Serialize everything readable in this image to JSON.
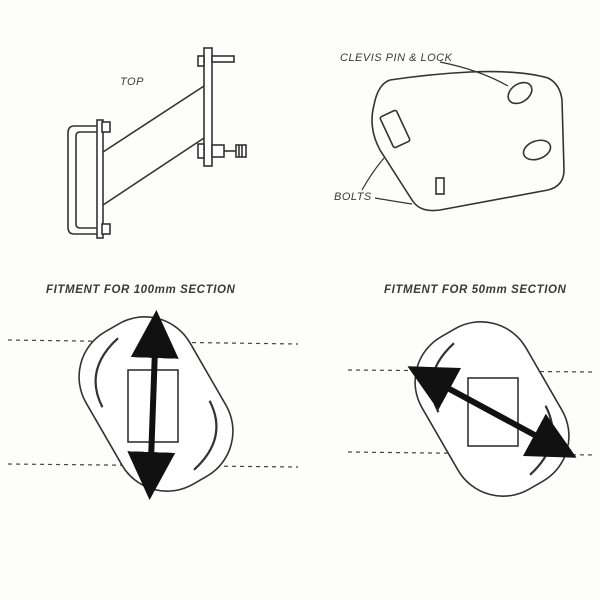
{
  "labels": {
    "top": "TOP",
    "clevis": "CLEVIS PIN & LOCK",
    "bolts": "BOLTS",
    "fitment_100": "FITMENT FOR 100mm SECTION",
    "fitment_50": "FITMENT FOR 50mm SECTION"
  },
  "colors": {
    "line": "#333333",
    "bar": "#111111",
    "dashed": "#444444"
  }
}
